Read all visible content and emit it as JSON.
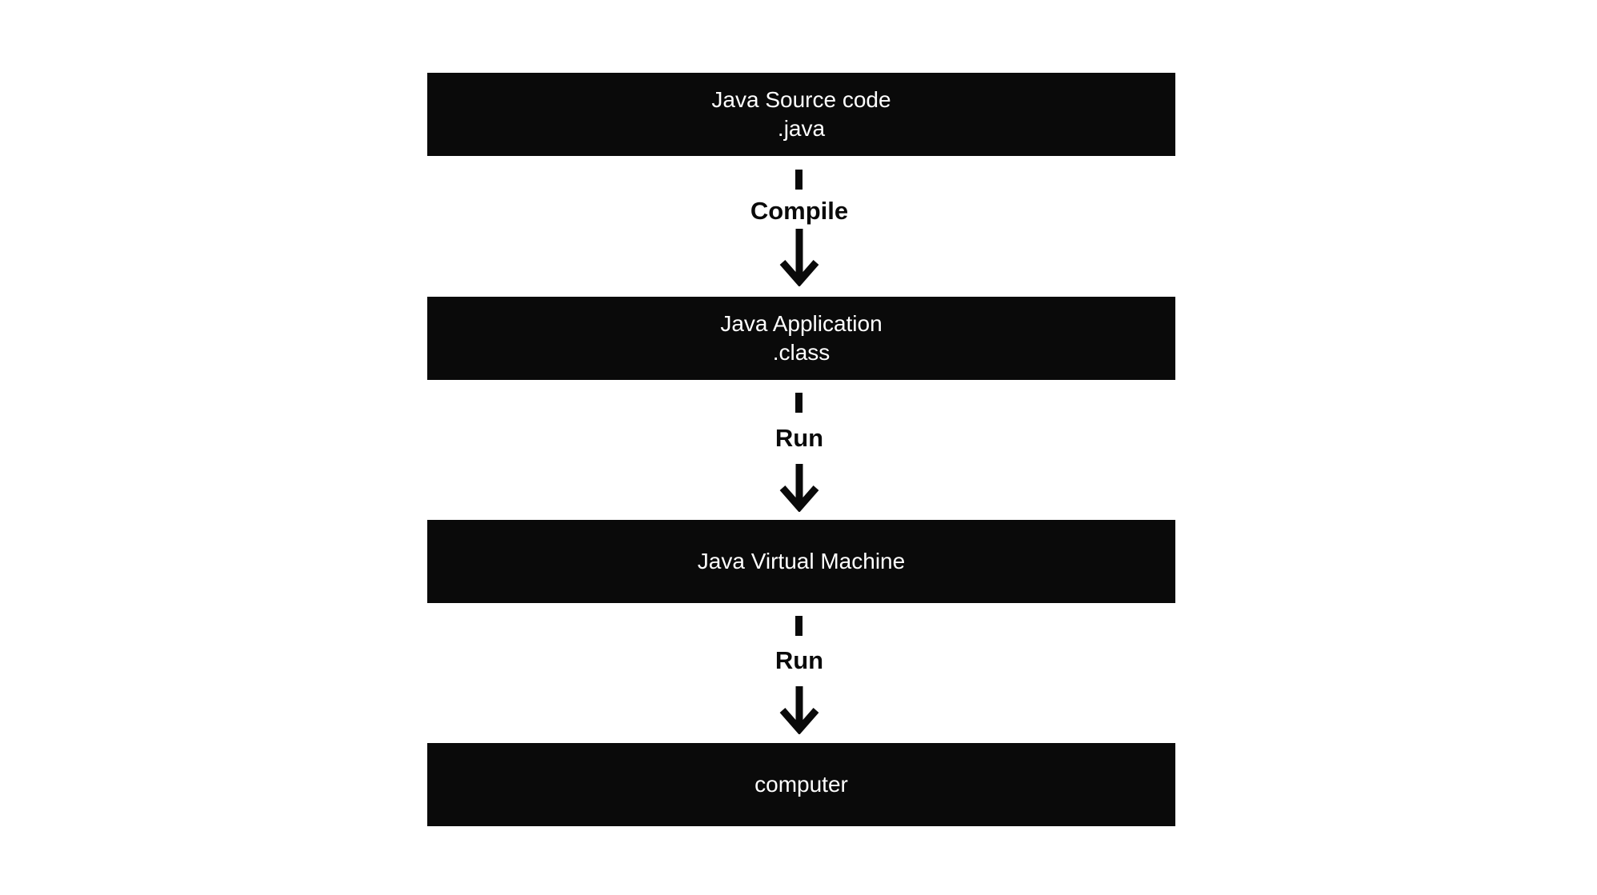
{
  "boxes": [
    {
      "line1": "Java Source code",
      "line2": ".java"
    },
    {
      "line1": "Java Application",
      "line2": ".class"
    },
    {
      "line1": "Java Virtual Machine",
      "line2": ""
    },
    {
      "line1": "computer",
      "line2": ""
    }
  ],
  "steps": [
    {
      "label": "Compile"
    },
    {
      "label": "Run"
    },
    {
      "label": "Run"
    }
  ],
  "colors": {
    "box_fill": "#0a0a0a",
    "box_text": "#ffffff",
    "arrow": "#0a0a0a",
    "background": "#ffffff"
  }
}
